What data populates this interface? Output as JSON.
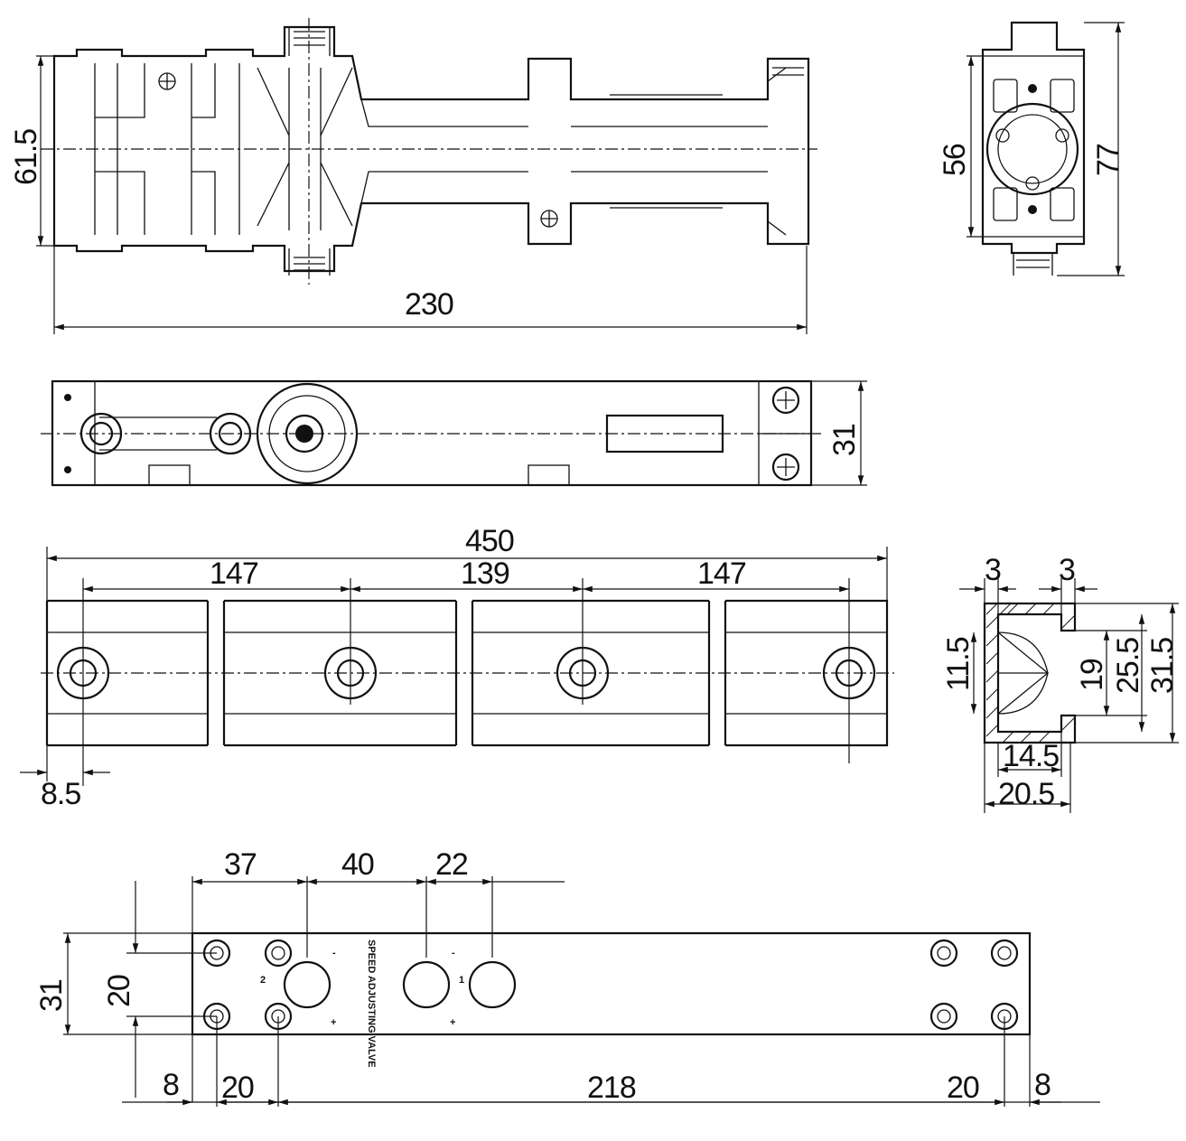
{
  "dimensions": {
    "top_view": {
      "height": "61.5",
      "length": "230"
    },
    "end_view": {
      "inner": "56",
      "outer": "77"
    },
    "side_view": {
      "height": "31"
    },
    "rail": {
      "total": "450",
      "seg_a": "147",
      "seg_b": "139",
      "seg_c": "147",
      "offset": "8.5"
    },
    "rail_section": {
      "wall_left": "3",
      "wall_right": "3",
      "h1": "11.5",
      "h2": "19",
      "h3": "25.5",
      "h4": "31.5",
      "w1": "14.5",
      "w2": "20.5"
    },
    "plate": {
      "d1": "37",
      "d2": "40",
      "d3": "22",
      "height": "31",
      "hole_spacing": "20",
      "left_edge": "8",
      "left_hole": "20",
      "middle": "218",
      "right_hole": "20",
      "right_edge": "8"
    }
  },
  "labels": {
    "valve_text": "SPEED ADJUSTING VALVE",
    "mark_1": "1",
    "mark_2": "2",
    "plus": "+",
    "minus": "-"
  }
}
